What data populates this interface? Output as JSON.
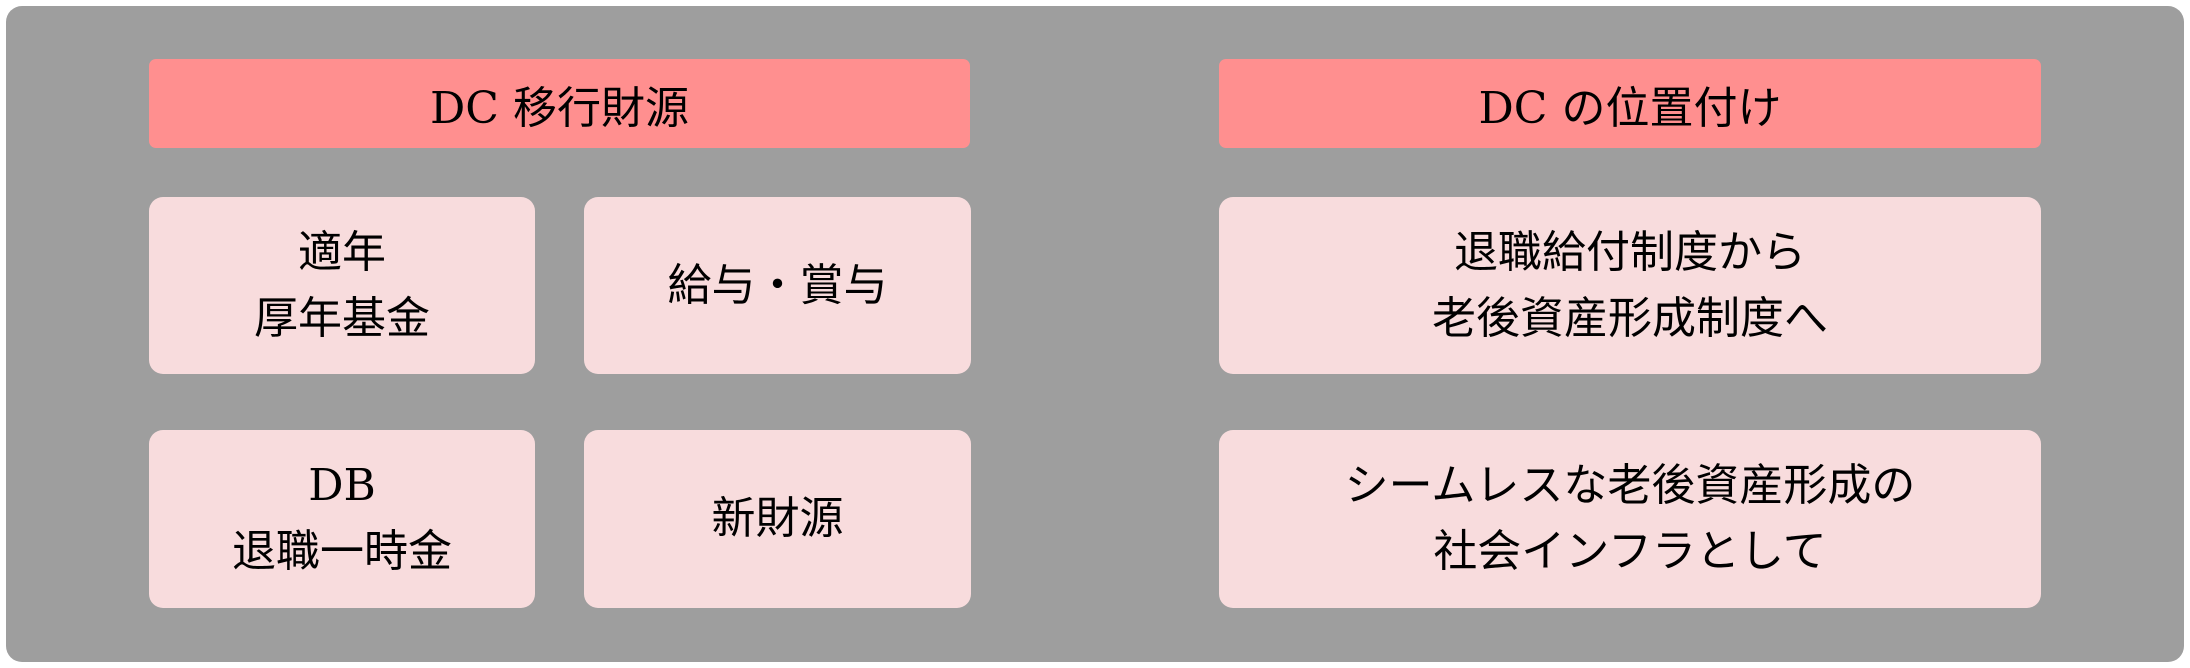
{
  "colors": {
    "background": "#9e9e9e",
    "header": "#ff8f8f",
    "box": "#f8dcdd"
  },
  "left": {
    "header": "DC 移行財源",
    "boxes": [
      {
        "lines": [
          "適年",
          "厚年基金"
        ]
      },
      {
        "lines": [
          "給与・賞与"
        ]
      },
      {
        "lines": [
          "DB",
          "退職一時金"
        ]
      },
      {
        "lines": [
          "新財源"
        ]
      }
    ]
  },
  "right": {
    "header": "DC の位置付け",
    "boxes": [
      {
        "lines": [
          "退職給付制度から",
          "老後資産形成制度へ"
        ]
      },
      {
        "lines": [
          "シームレスな老後資産形成の",
          "社会インフラとして"
        ]
      }
    ]
  }
}
